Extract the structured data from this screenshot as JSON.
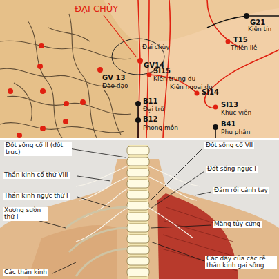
{
  "diagram": {
    "labels": [
      "ĐẠI CHÙY",
      "G21",
      "Kiên tỉn",
      "T15",
      "Thiên liê",
      "Đại chùy",
      "GV14",
      "SI15",
      "Kiên trung du",
      "Kiên ngoại du",
      "GV 13",
      "Đào đạo",
      "SI14",
      "B11",
      "Đại trữ",
      "SI13",
      "Khúc viên",
      "B12",
      "Phong môn",
      "B41",
      "Phụ phân",
      "Đốt sống cổ II (đốt trục)",
      "Đốt sống cổ VII",
      "Thần kinh cổ thứ VIII",
      "Đốt sống ngực I",
      "Thần kinh ngực thứ I",
      "Đám rối cánh tay",
      "Xương sườn thứ I",
      "Màng tủy cứng",
      "Các dây của các rễ thần kinh gai sống",
      "Các thần kinh"
    ]
  }
}
